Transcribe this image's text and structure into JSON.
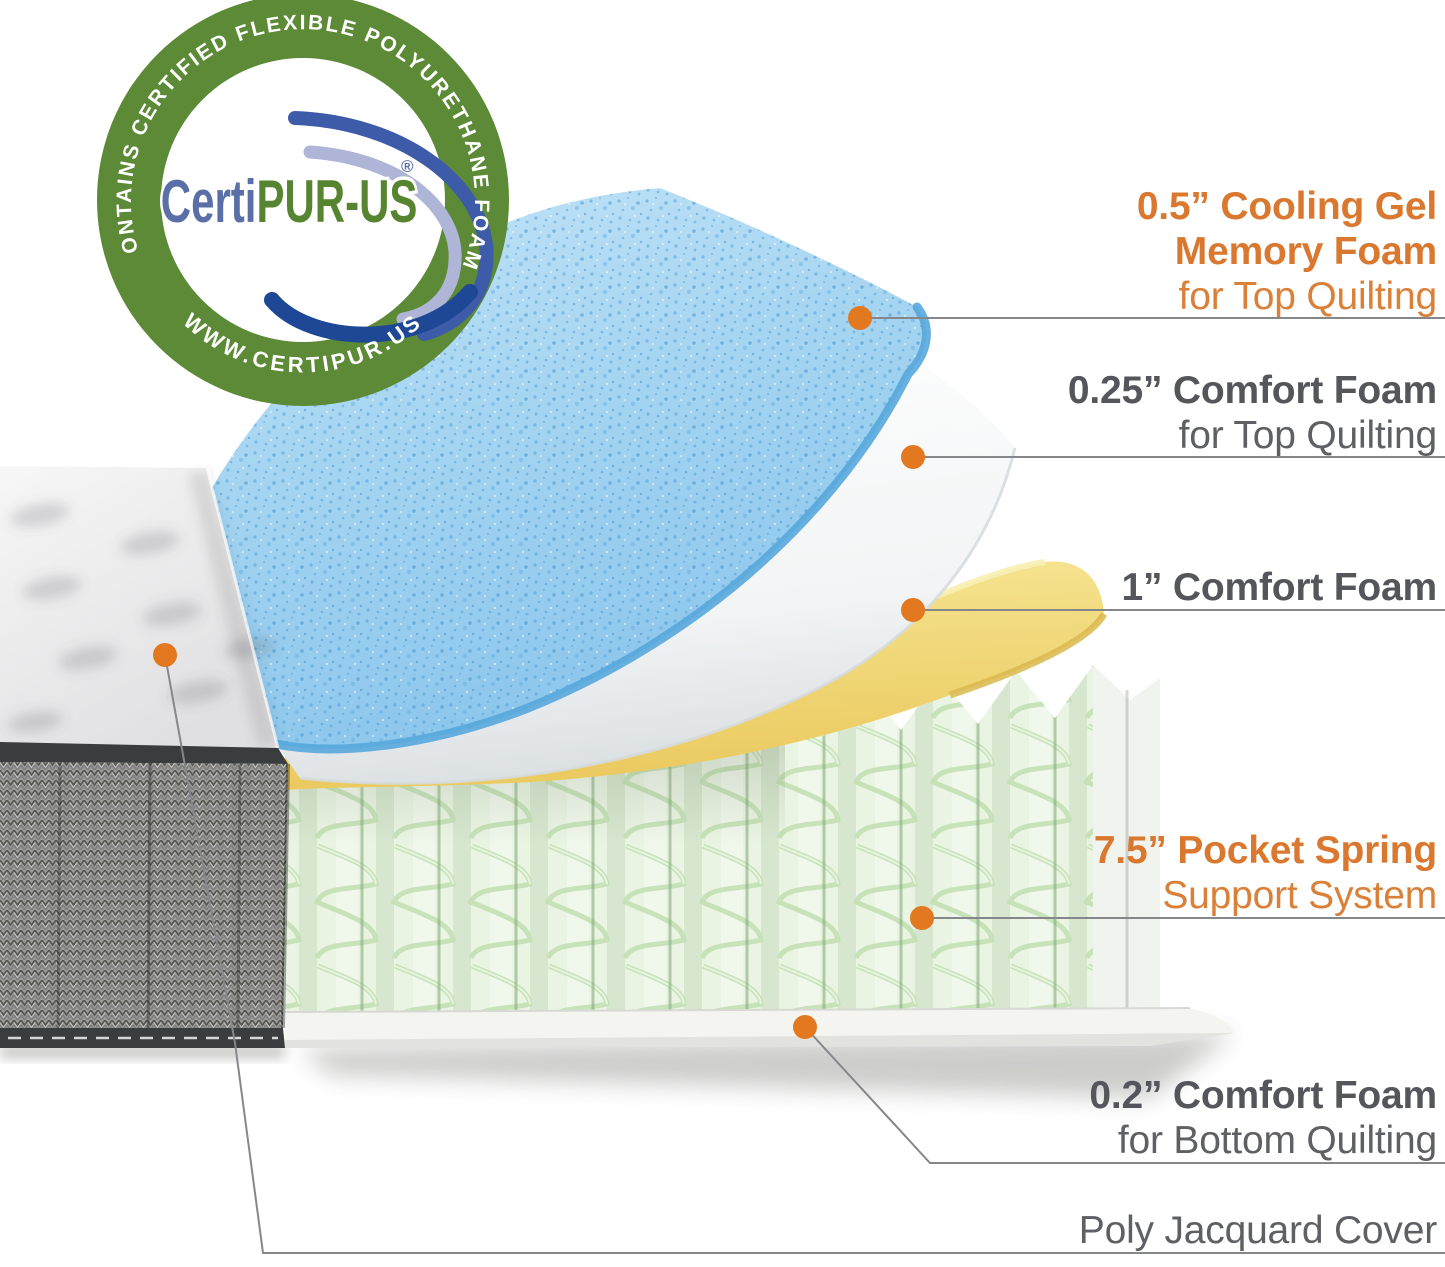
{
  "badge": {
    "arc_top": "CONTAINS CERTIFIED FLEXIBLE POLYURETHANE FOAM",
    "arc_bottom": "WWW.CERTIPUR.US",
    "brand_certi": "Certi",
    "brand_pur": "PUR-US",
    "registered": "®"
  },
  "callouts": {
    "cooling_gel": {
      "bold1": "0.5” Cooling Gel",
      "bold2": "Memory Foam",
      "light": "for Top Quilting"
    },
    "comfort_top_025": {
      "bold1": "0.25” Comfort Foam",
      "light": "for Top Quilting"
    },
    "comfort_1in": {
      "bold1": "1” Comfort Foam"
    },
    "pocket_spring": {
      "bold1": "7.5” Pocket Spring",
      "light": "Support System"
    },
    "comfort_bottom_02": {
      "bold1": "0.2” Comfort Foam",
      "light": "for Bottom Quilting"
    },
    "poly_jacquard": {
      "light": "Poly Jacquard Cover"
    }
  },
  "colors": {
    "accent_orange": "#D9782E",
    "label_gray": "#54565B",
    "leader_line_gray": "#85878B",
    "callout_dot_orange": "#E2781F",
    "badge_ring_green": "#5C8A37",
    "badge_brand_blue": "#5A6FA8",
    "badge_brand_green": "#578430",
    "swoosh_navy": "#1E4896",
    "swoosh_periwinkle": "#AEB5D6",
    "foam_blue": "#9ED0F0",
    "foam_yellow": "#F0D878",
    "foam_white": "#FFFFFF",
    "spring_green": "#E9F4E2",
    "fabric_gray": "#8A8A88"
  }
}
